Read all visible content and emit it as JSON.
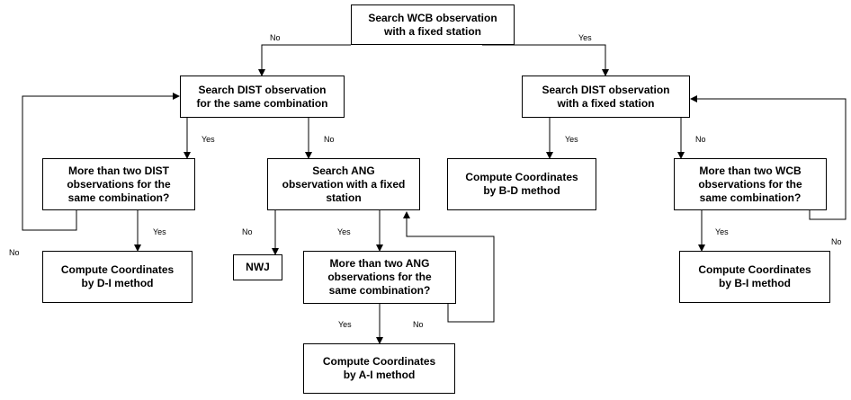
{
  "nodes": {
    "search_wcb": "Search WCB observation\nwith a fixed station",
    "search_dist_same": "Search DIST observation\nfor the same combination",
    "search_dist_fixed": "Search DIST observation\nwith a fixed station",
    "more_dist": "More than two DIST\nobservations for the\nsame combination?",
    "search_ang": "Search ANG\nobservation with a fixed\nstation",
    "compute_bd": "Compute Coordinates\nby B-D method",
    "more_wcb": "More than two WCB\nobservations for the\nsame combination?",
    "compute_di": "Compute Coordinates\nby D-I method",
    "nwj": "NWJ",
    "more_ang": "More than two ANG\nobservations for the\nsame combination?",
    "compute_bi": "Compute Coordinates\nby B-I method",
    "compute_ai": "Compute Coordinates\nby A-I method"
  },
  "labels": {
    "no": "No",
    "yes": "Yes"
  }
}
